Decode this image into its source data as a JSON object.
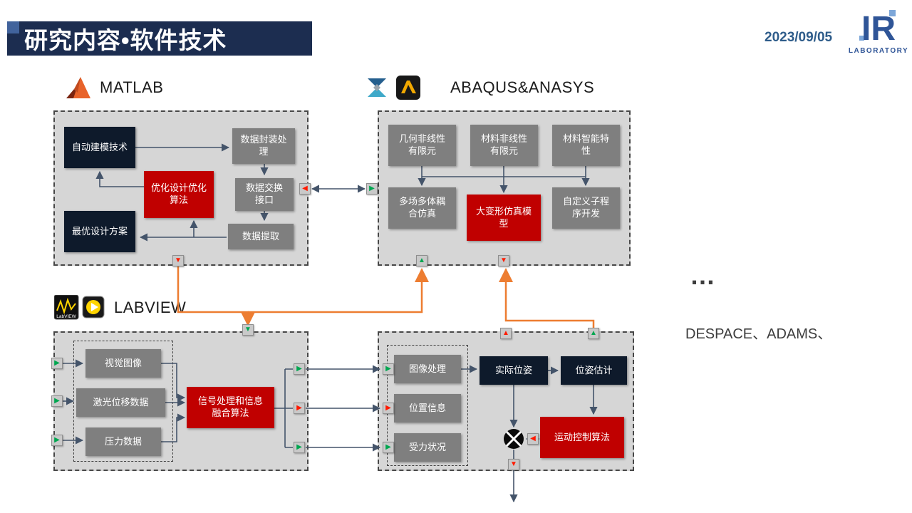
{
  "header": {
    "title": "研究内容•软件技术",
    "date": "2023/09/05",
    "logo_letters": "IR",
    "logo_caption": "LABORATORY"
  },
  "colors": {
    "title_bar": "#1c2d50",
    "date_blue": "#2e5c8a",
    "node_dark": "#0e1a2b",
    "node_gray": "#7f7f7f",
    "node_red": "#c00000",
    "group_bg": "#d6d6d6",
    "connector_dark": "#44546a",
    "flow_orange": "#ed7d31",
    "flow_green": "#00a650",
    "flow_red": "#ff1a00"
  },
  "icons": {
    "arrow_up": "▲",
    "arrow_down": "▼",
    "arrow_left": "◀",
    "arrow_right": "▶"
  },
  "matlab": {
    "label": "MATLAB",
    "auto_modeling": "自动建模技术",
    "data_packaging": "数据封装处理",
    "optimize_algo": "优化设计优化算法",
    "data_exchange": "数据交换接口",
    "optimal_design": "最优设计方案",
    "data_extract": "数据提取"
  },
  "abaqus": {
    "label": "ABAQUS&ANASYS",
    "geo_nonlinear": "几何非线性有限元",
    "mat_nonlinear": "材料非线性有限元",
    "mat_smart": "材料智能特性",
    "multi_coupling": "多场多体耦合仿真",
    "large_deform": "大变形仿真模型",
    "custom_sub": "自定义子程序开发"
  },
  "labview": {
    "label": "LABVIEW",
    "logo_caption": "LabVIEW",
    "visual_image": "视觉图像",
    "laser_disp": "激光位移数据",
    "pressure": "压力数据",
    "signal_fusion": "信号处理和信息融合算法"
  },
  "control": {
    "image_proc": "图像处理",
    "position_info": "位置信息",
    "force_status": "受力状况",
    "actual_pose": "实际位姿",
    "pose_estimate": "位姿估计",
    "motion_control": "运动控制算法"
  },
  "side": {
    "ellipsis": "…",
    "other_software": "DESPACE、ADAMS、"
  }
}
